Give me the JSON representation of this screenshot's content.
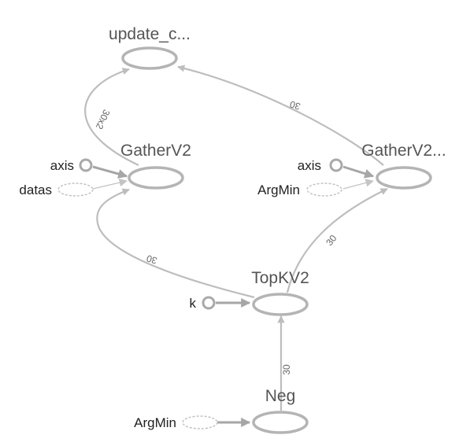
{
  "nodes": {
    "update_c": {
      "title": "update_c..."
    },
    "gatherv2_left": {
      "title": "GatherV2",
      "input_axis": "axis",
      "input_datas": "datas"
    },
    "gatherv2_right": {
      "title": "GatherV2...",
      "input_axis": "axis",
      "input_argmin": "ArgMin"
    },
    "topkv2": {
      "title": "TopKV2",
      "input_k": "k"
    },
    "neg": {
      "title": "Neg",
      "input_argmin": "ArgMin"
    }
  },
  "edges": {
    "left_gather_to_update": "30x2",
    "right_gather_to_update": "30",
    "topk_to_left_gather": "30",
    "topk_to_right_gather": "30",
    "neg_to_topk": "30"
  },
  "colors": {
    "node_stroke": "#b4b4b4",
    "edge": "#bdbdbd",
    "title_text": "#555555",
    "label_text": "#222222"
  }
}
